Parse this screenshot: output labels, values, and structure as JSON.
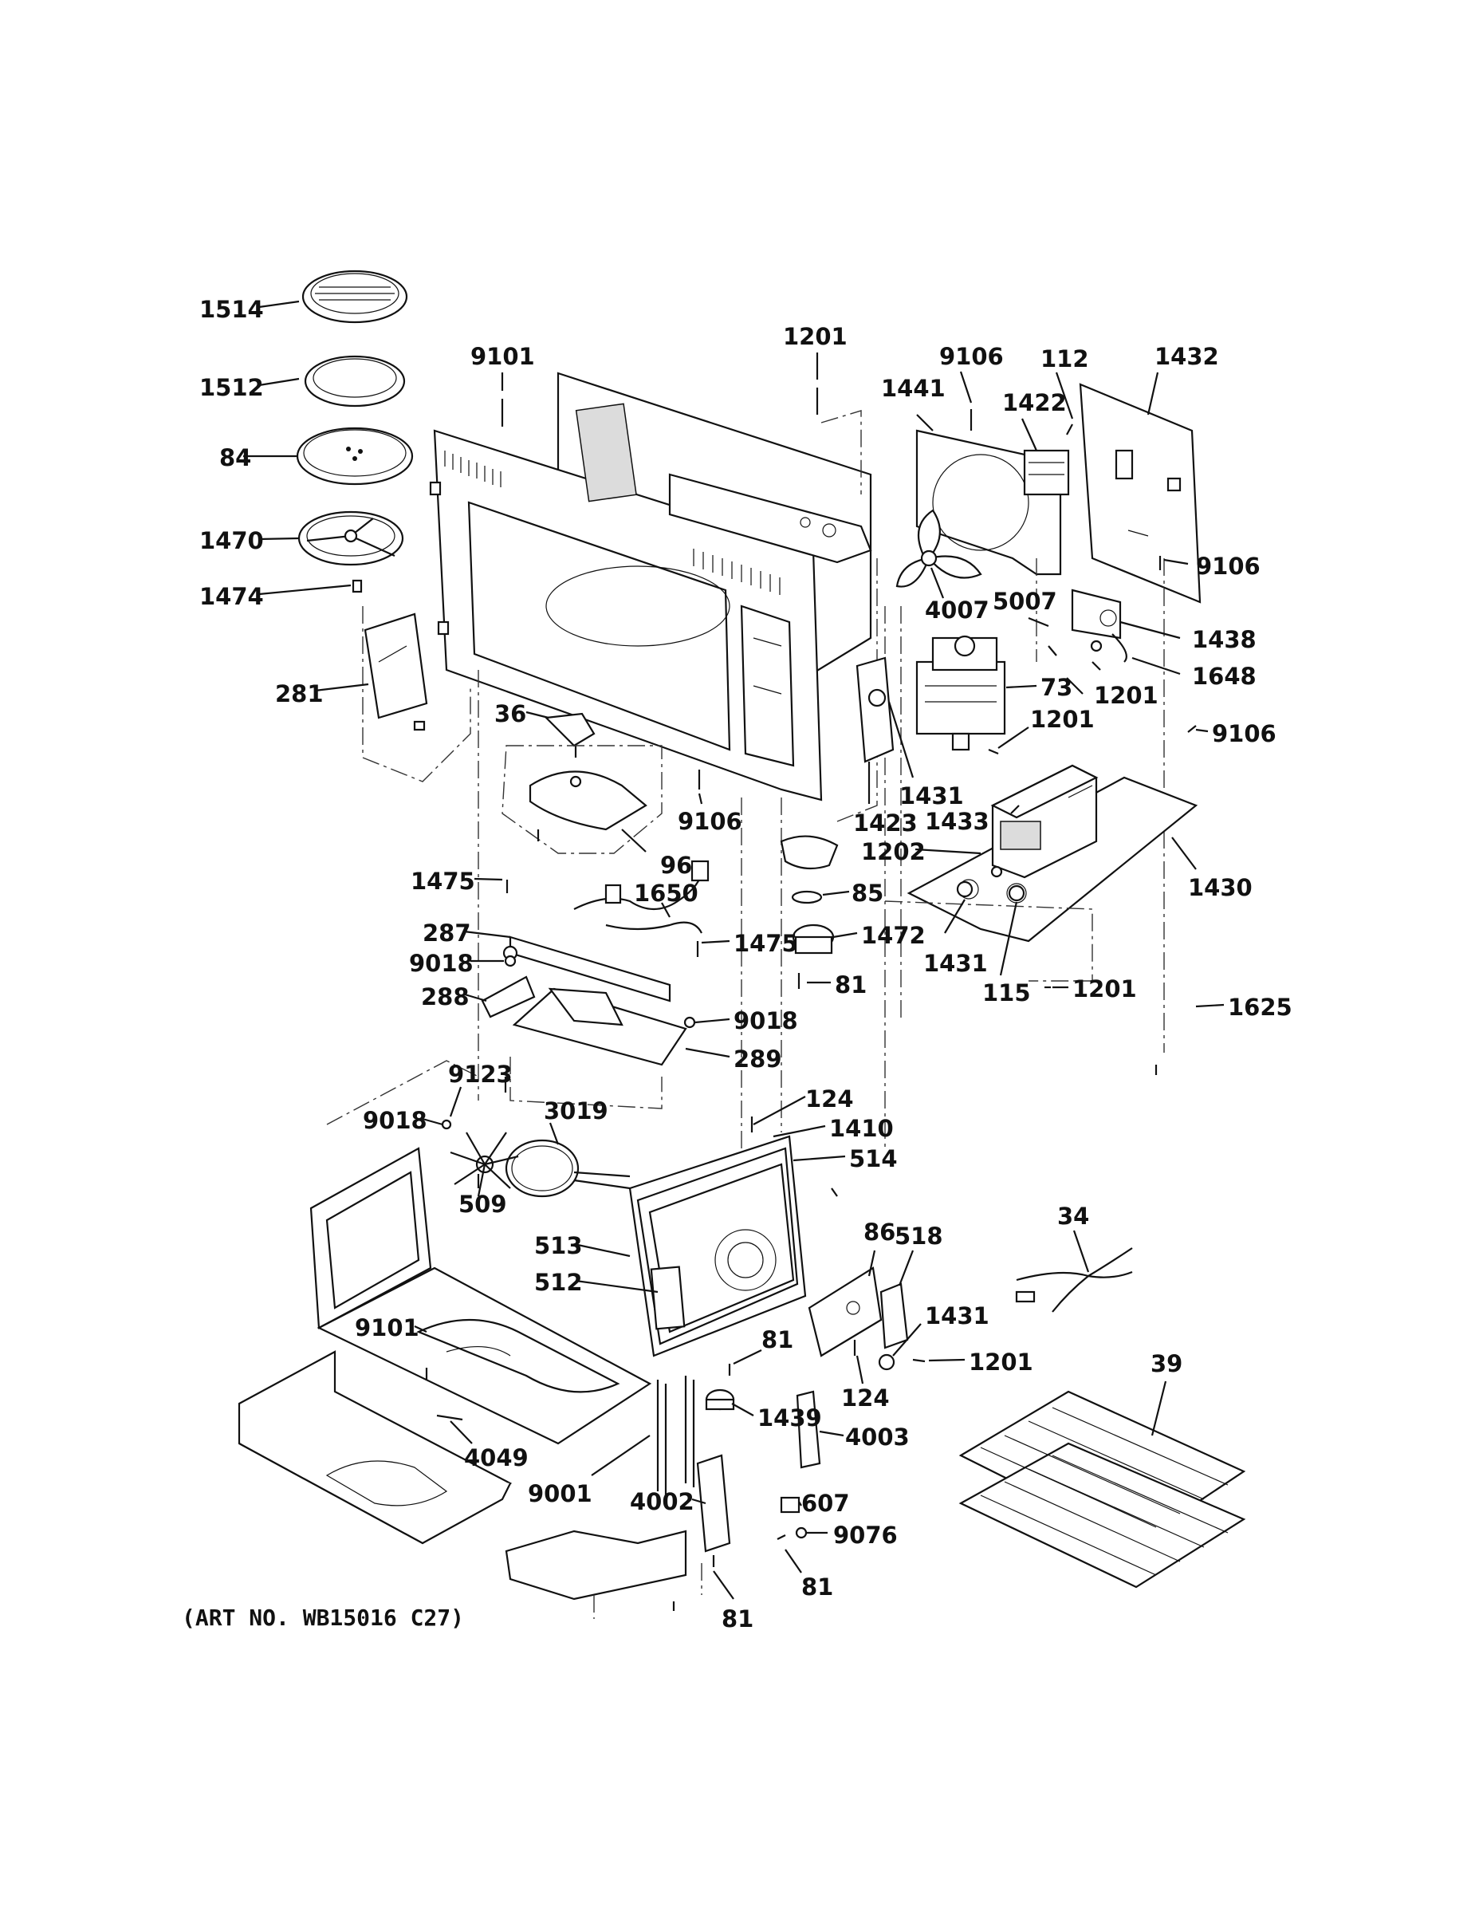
{
  "art_number": "(ART NO. WB15016 C27)",
  "callouts": [
    {
      "id": "c1514",
      "text": "1514"
    },
    {
      "id": "c1512",
      "text": "1512"
    },
    {
      "id": "c84",
      "text": "84"
    },
    {
      "id": "c1470",
      "text": "1470"
    },
    {
      "id": "c1474",
      "text": "1474"
    },
    {
      "id": "c281",
      "text": "281"
    },
    {
      "id": "c9101a",
      "text": "9101"
    },
    {
      "id": "c1201a",
      "text": "1201"
    },
    {
      "id": "c9106a",
      "text": "9106"
    },
    {
      "id": "c112",
      "text": "112"
    },
    {
      "id": "c1432",
      "text": "1432"
    },
    {
      "id": "c1441",
      "text": "1441"
    },
    {
      "id": "c1422",
      "text": "1422"
    },
    {
      "id": "c9106b",
      "text": "9106"
    },
    {
      "id": "c4007",
      "text": "4007"
    },
    {
      "id": "c5007",
      "text": "5007"
    },
    {
      "id": "c1438",
      "text": "1438"
    },
    {
      "id": "c1648",
      "text": "1648"
    },
    {
      "id": "c73",
      "text": "73"
    },
    {
      "id": "c1201b",
      "text": "1201"
    },
    {
      "id": "c1201c",
      "text": "1201"
    },
    {
      "id": "c9106c",
      "text": "9106"
    },
    {
      "id": "c36",
      "text": "36"
    },
    {
      "id": "c9106d",
      "text": "9106"
    },
    {
      "id": "c1431a",
      "text": "1431"
    },
    {
      "id": "c1423",
      "text": "1423"
    },
    {
      "id": "c1433",
      "text": "1433"
    },
    {
      "id": "c96",
      "text": "96"
    },
    {
      "id": "c1202",
      "text": "1202"
    },
    {
      "id": "c1430",
      "text": "1430"
    },
    {
      "id": "c1475a",
      "text": "1475"
    },
    {
      "id": "c1650",
      "text": "1650"
    },
    {
      "id": "c85",
      "text": "85"
    },
    {
      "id": "c287",
      "text": "287"
    },
    {
      "id": "c1475b",
      "text": "1475"
    },
    {
      "id": "c1472",
      "text": "1472"
    },
    {
      "id": "c9018a",
      "text": "9018"
    },
    {
      "id": "c1431b",
      "text": "1431"
    },
    {
      "id": "c81a",
      "text": "81"
    },
    {
      "id": "c115",
      "text": "115"
    },
    {
      "id": "c1201d",
      "text": "1201"
    },
    {
      "id": "c288",
      "text": "288"
    },
    {
      "id": "c1625",
      "text": "1625"
    },
    {
      "id": "c9018b",
      "text": "9018"
    },
    {
      "id": "c289",
      "text": "289"
    },
    {
      "id": "c9123",
      "text": "9123"
    },
    {
      "id": "c124a",
      "text": "124"
    },
    {
      "id": "c3019",
      "text": "3019"
    },
    {
      "id": "c9018c",
      "text": "9018"
    },
    {
      "id": "c1410",
      "text": "1410"
    },
    {
      "id": "c514",
      "text": "514"
    },
    {
      "id": "c509",
      "text": "509"
    },
    {
      "id": "c34",
      "text": "34"
    },
    {
      "id": "c86",
      "text": "86"
    },
    {
      "id": "c518",
      "text": "518"
    },
    {
      "id": "c513",
      "text": "513"
    },
    {
      "id": "c512",
      "text": "512"
    },
    {
      "id": "c1431c",
      "text": "1431"
    },
    {
      "id": "c9101b",
      "text": "9101"
    },
    {
      "id": "c81b",
      "text": "81"
    },
    {
      "id": "c1201e",
      "text": "1201"
    },
    {
      "id": "c39",
      "text": "39"
    },
    {
      "id": "c124b",
      "text": "124"
    },
    {
      "id": "c1439",
      "text": "1439"
    },
    {
      "id": "c4049",
      "text": "4049"
    },
    {
      "id": "c4003",
      "text": "4003"
    },
    {
      "id": "c9001",
      "text": "9001"
    },
    {
      "id": "c4002",
      "text": "4002"
    },
    {
      "id": "c607",
      "text": "607"
    },
    {
      "id": "c9076",
      "text": "9076"
    },
    {
      "id": "c81c",
      "text": "81"
    },
    {
      "id": "c81d",
      "text": "81"
    }
  ]
}
